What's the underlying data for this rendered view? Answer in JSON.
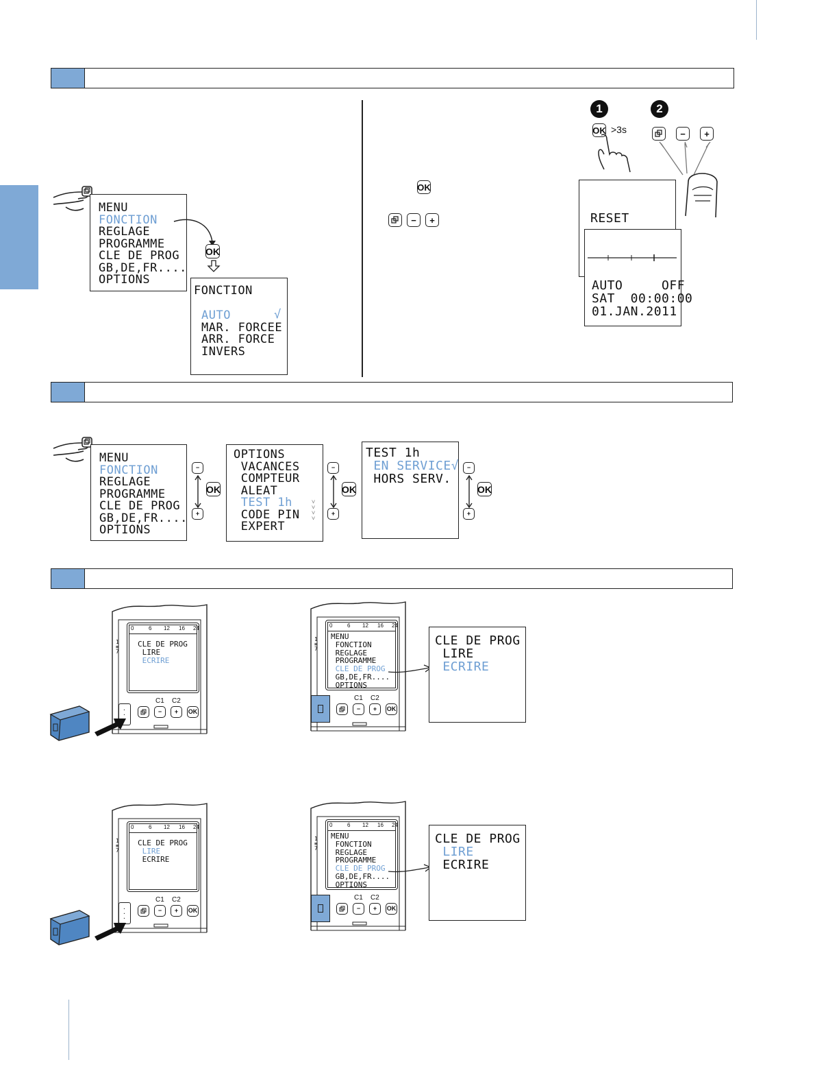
{
  "colors": {
    "accent": "#7fa9d6",
    "highlight": "#6f9fd3",
    "line": "#222222"
  },
  "section1": {
    "menu": {
      "lines": [
        "MENU",
        "FONCTION",
        "REGLAGE",
        "PROGRAMME",
        "CLE DE PROG",
        "GB,DE,FR....",
        "OPTIONS"
      ],
      "highlighted": 1
    },
    "fonction": {
      "title": "FONCTION",
      "items": [
        "AUTO",
        "MAR. FORCEE",
        "ARR. FORCE",
        "INVERS"
      ],
      "highlighted": 0,
      "check": "√"
    },
    "ok_label": "OK",
    "step_badges": [
      "1",
      "2"
    ],
    "hold_text": ">3s",
    "reset_screen": {
      "text": "RESET"
    },
    "status_screen": {
      "lines": [
        "AUTO     OFF",
        "SAT  00:00:00",
        "01.JAN.2011"
      ]
    }
  },
  "section2": {
    "menu": {
      "lines": [
        "MENU",
        "FONCTION",
        "REGLAGE",
        "PROGRAMME",
        "CLE DE PROG",
        "GB,DE,FR....",
        "OPTIONS"
      ],
      "highlighted": 1
    },
    "options": {
      "lines": [
        "OPTIONS",
        " VACANCES",
        " COMPTEUR",
        " ALEAT",
        " TEST 1h",
        " CODE PIN",
        " EXPERT"
      ],
      "highlighted": 4
    },
    "test": {
      "lines": [
        "TEST 1h",
        " EN SERVICE√",
        " HORS SERV."
      ],
      "highlighted": 1
    },
    "minus": "−",
    "plus": "+",
    "ok": "OK"
  },
  "section3": {
    "scale": [
      "0",
      "6",
      "12",
      "16",
      "24"
    ],
    "c_labels": [
      "C1",
      "C2"
    ],
    "row1": {
      "device_a": {
        "lines": [
          "CLE DE PROG",
          " LIRE",
          " ECRIRE"
        ],
        "highlighted": 2
      },
      "device_b": {
        "lines": [
          "MENU",
          " FONCTION",
          " REGLAGE",
          " PROGRAMME",
          " CLE DE PROG",
          " GB,DE,FR....",
          " OPTIONS"
        ],
        "highlighted": 4
      },
      "zoom": {
        "lines": [
          "CLE DE PROG",
          " LIRE",
          " ECRIRE"
        ],
        "highlighted": 2
      }
    },
    "row2": {
      "device_a": {
        "lines": [
          "CLE DE PROG",
          " LIRE",
          " ECRIRE"
        ],
        "highlighted": 1
      },
      "device_b": {
        "lines": [
          "MENU",
          " FONCTION",
          " REGLAGE",
          " PROGRAMME",
          " CLE DE PROG",
          " GB,DE,FR....",
          " OPTIONS"
        ],
        "highlighted": 4
      },
      "zoom": {
        "lines": [
          "CLE DE PROG",
          " LIRE",
          " ECRIRE"
        ],
        "highlighted": 1
      }
    }
  }
}
